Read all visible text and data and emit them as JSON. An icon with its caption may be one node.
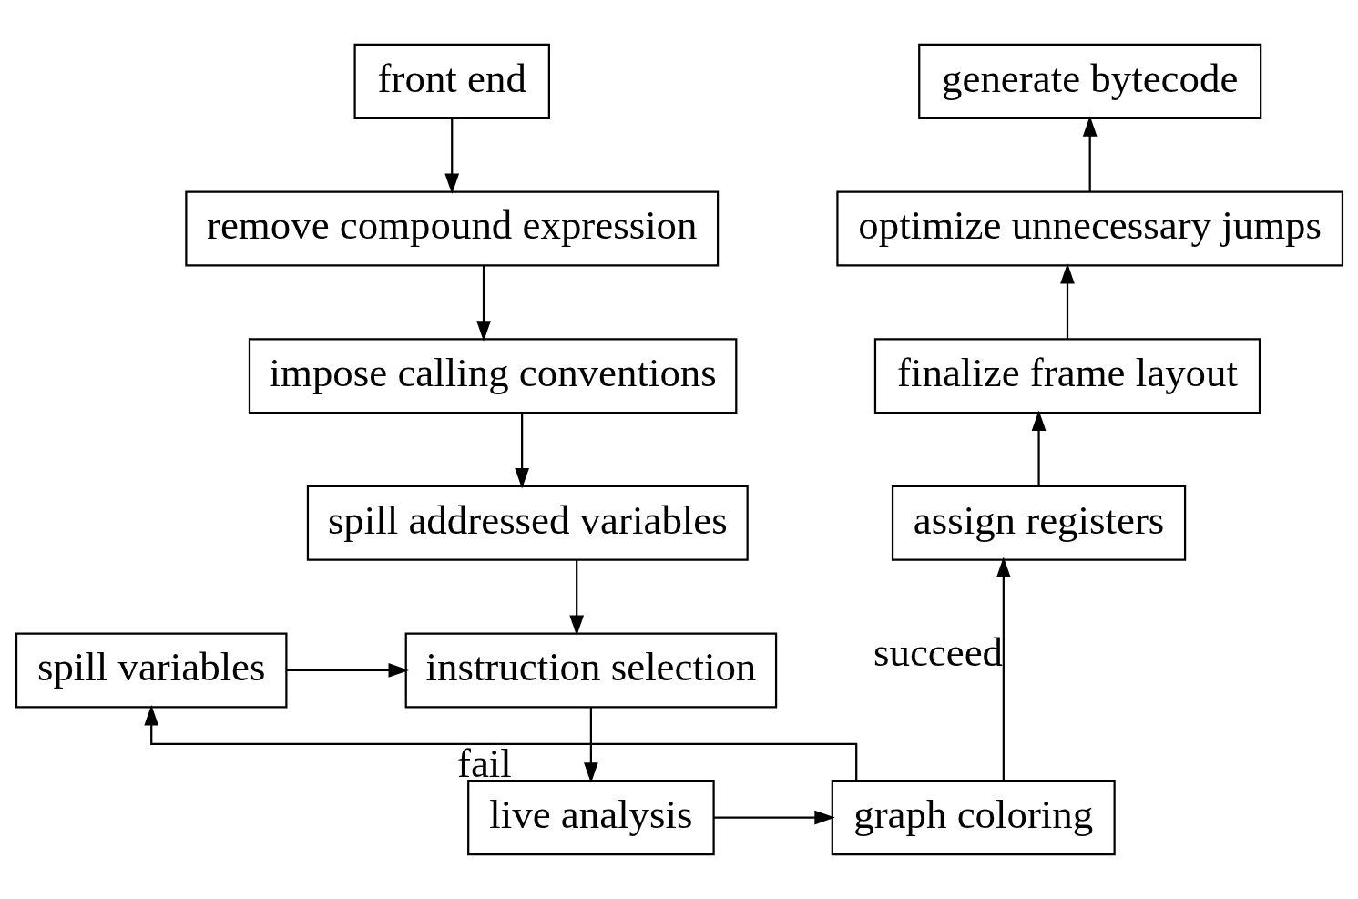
{
  "diagram": {
    "nodes": [
      {
        "text": [
          "front end"
        ]
      },
      {
        "text": [
          "remove compound expression"
        ]
      },
      {
        "text": [
          "impose calling conventions"
        ]
      },
      {
        "text": [
          "spill addressed variables"
        ]
      },
      {
        "text": [
          "instruction selection"
        ]
      },
      {
        "text": [
          "live analysis"
        ]
      },
      {
        "text": [
          "graph coloring"
        ]
      },
      {
        "text": [
          "spill variables"
        ]
      },
      {
        "text": [
          "assign registers"
        ]
      },
      {
        "text": [
          "finalize frame layout"
        ]
      },
      {
        "text": [
          "optimize unnecessary jumps"
        ]
      },
      {
        "text": [
          "generate bytecode"
        ]
      }
    ],
    "edges": [
      {
        "from": 0,
        "to": 1,
        "arrow": "to"
      },
      {
        "from": 1,
        "to": 2,
        "arrow": "to"
      },
      {
        "from": 2,
        "to": 3,
        "arrow": "to"
      },
      {
        "from": 3,
        "to": 4,
        "arrow": "to"
      },
      {
        "from": 4,
        "to": 5,
        "arrow": "to"
      },
      {
        "from": 5,
        "to": 6,
        "arrow": "to"
      },
      {
        "from": 6,
        "to": 7,
        "arrow": "to",
        "label": "fail"
      },
      {
        "from": 7,
        "to": 4,
        "arrow": "to"
      },
      {
        "from": 6,
        "to": 8,
        "arrow": "to",
        "label": "succeed"
      },
      {
        "from": 8,
        "to": 9,
        "arrow": "to"
      },
      {
        "from": 9,
        "to": 10,
        "arrow": "to"
      },
      {
        "from": 10,
        "to": 11,
        "arrow": "to"
      }
    ]
  }
}
